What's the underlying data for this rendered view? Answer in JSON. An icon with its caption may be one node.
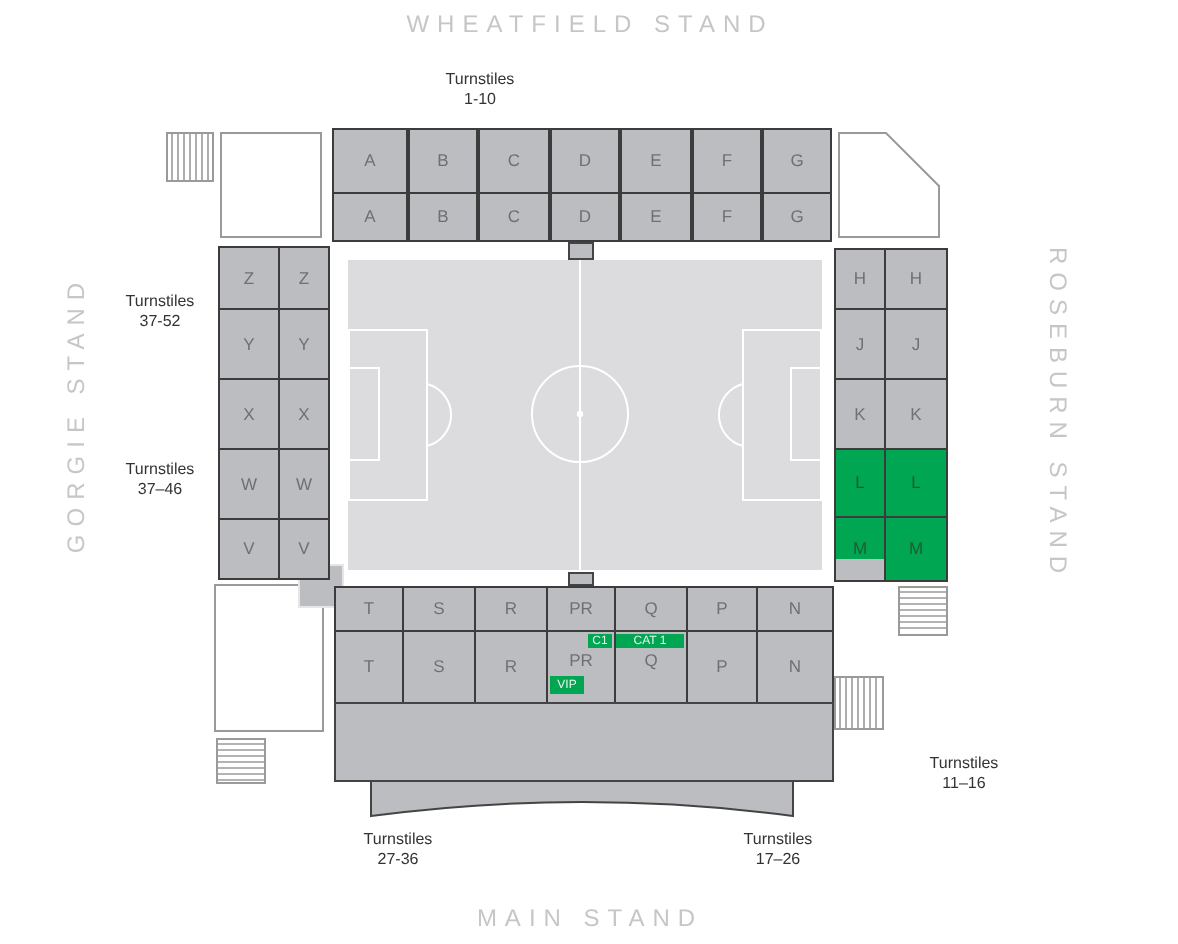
{
  "diagram": {
    "nodes": [
      {
        "text": [
          "A"
        ]
      },
      {
        "text": [
          "B"
        ]
      },
      {
        "text": [
          "C"
        ]
      },
      {
        "text": [
          "D"
        ]
      },
      {
        "text": [
          "E"
        ]
      },
      {
        "text": [
          "F"
        ]
      },
      {
        "text": [
          "G"
        ]
      },
      {
        "text": [
          "A"
        ]
      },
      {
        "text": [
          "B"
        ]
      },
      {
        "text": [
          "C"
        ]
      },
      {
        "text": [
          "D"
        ]
      },
      {
        "text": [
          "E"
        ]
      },
      {
        "text": [
          "F"
        ]
      },
      {
        "text": [
          "G"
        ]
      },
      {
        "text": [
          "Z"
        ]
      },
      {
        "text": [
          "Z"
        ]
      },
      {
        "text": [
          "Y"
        ]
      },
      {
        "text": [
          "Y"
        ]
      },
      {
        "text": [
          "X"
        ]
      },
      {
        "text": [
          "X"
        ]
      },
      {
        "text": [
          "W"
        ]
      },
      {
        "text": [
          "W"
        ]
      },
      {
        "text": [
          "V"
        ]
      },
      {
        "text": [
          "V"
        ]
      },
      {
        "text": [
          "H"
        ]
      },
      {
        "text": [
          "H"
        ]
      },
      {
        "text": [
          "J"
        ]
      },
      {
        "text": [
          "J"
        ]
      },
      {
        "text": [
          "K"
        ]
      },
      {
        "text": [
          "K"
        ]
      },
      {
        "text": [
          "L"
        ]
      },
      {
        "text": [
          "L"
        ]
      },
      {
        "text": [
          "M"
        ]
      },
      {
        "text": [
          "M"
        ]
      },
      {
        "text": [
          "T"
        ]
      },
      {
        "text": [
          "S"
        ]
      },
      {
        "text": [
          "R"
        ]
      },
      {
        "text": [
          "PR"
        ]
      },
      {
        "text": [
          "Q"
        ]
      },
      {
        "text": [
          "P"
        ]
      },
      {
        "text": [
          "N"
        ]
      },
      {
        "text": [
          "T"
        ]
      },
      {
        "text": [
          "S"
        ]
      },
      {
        "text": [
          "R"
        ]
      },
      {
        "text": [
          "PR"
        ]
      },
      {
        "text": [
          "Q"
        ]
      },
      {
        "text": [
          "P"
        ]
      },
      {
        "text": [
          "N"
        ]
      },
      {
        "text": [
          "C1"
        ],
        "in": 44
      },
      {
        "text": [
          "CAT 1"
        ],
        "in": 45
      },
      {
        "text": [
          "VIP"
        ],
        "in": 44
      },
      {
        "text": [],
        "shape": "box"
      },
      {
        "text": [],
        "shape": "box"
      }
    ],
    "labels": [
      "WHEATFIELD STAND",
      "Turnstiles 1-10",
      "GORGIE STAND",
      "Turnstiles 37-52",
      "Turnstiles 37–46",
      "ROSEBURN STAND",
      "Turnstiles 11–16",
      "Turnstiles 27-36",
      "Turnstiles 17–26",
      "MAIN STAND"
    ]
  }
}
